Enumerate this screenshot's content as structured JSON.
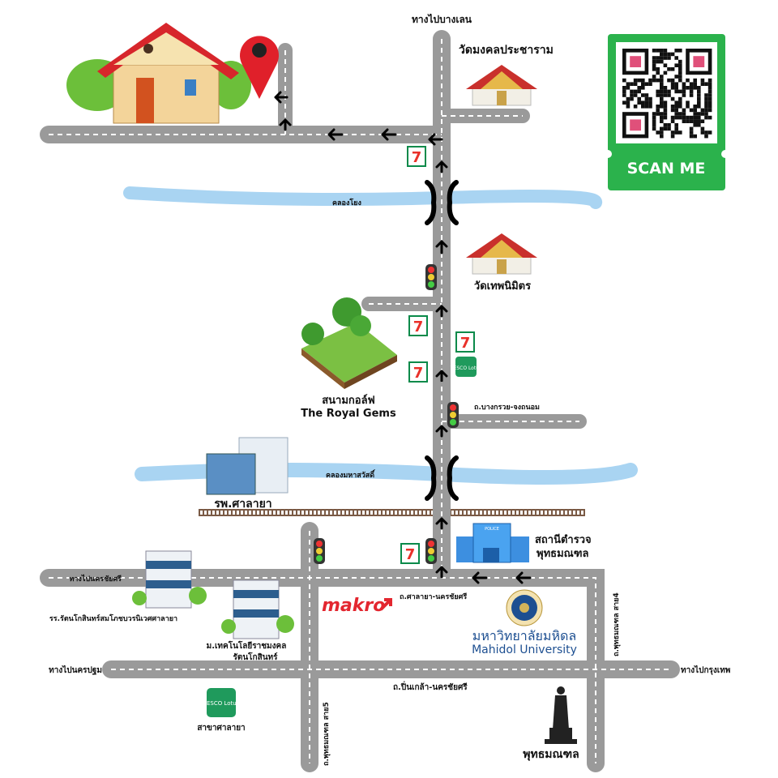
{
  "labels": {
    "to_bang_len": "ทางไปบางเลน",
    "wat_mongkol": "วัดมงคลประชาราม",
    "canal_yong": "คลองโยง",
    "wat_thep": "วัดเทพนิมิตร",
    "golf_th": "สนามกอล์ฟ",
    "golf_en": "The Royal Gems",
    "road_bang_krabue": "ถ.บางกรวย-จงถนอม",
    "canal_mahasawat": "คลองมหาสวัสดิ์",
    "hospital": "รพ.ศาลายา",
    "police_1": "สถานีตำรวจ",
    "police_2": "พุทธมณฑล",
    "to_nakhon_chai_si": "ทางไปนครชัยศรี",
    "school": "รร.รัตนโกสินทร์สมโภชบวรนิเวศศาลายา",
    "rmutr_1": "ม.เทคโนโลยีราชมงคล",
    "rmutr_2": "รัตนโกสินทร์",
    "road_salaya": "ถ.ศาลายา-นครชัยศรี",
    "makro": "makro",
    "mahidol_th": "มหาวิทยาลัยมหิดล",
    "mahidol_en": "Mahidol University",
    "road_sai4": "ถ.พุทธมณฑล สาย4",
    "to_nakhon_pathom": "ทางไปนครปฐม",
    "to_bangkok": "ทางไปกรุงเทพ",
    "road_pinklao": "ถ.ปิ่นเกล้า-นครชัยศรี",
    "tesco_branch": "สาขาศาลายา",
    "road_sai5": "ถ.พุทธมณฑล สาย5",
    "buddha": "พุทธมณฑล"
  },
  "qr": {
    "label": "SCAN ME",
    "color": "#2bb24c"
  },
  "logos": {
    "seven_eleven": "7-ELEVEn",
    "tesco": "TESCO Lotus",
    "police_sign": "POLICE"
  },
  "colors": {
    "road": "#9a9a9a",
    "canal": "#a9d4f2",
    "pin": "#e0202a",
    "makro": "#e3262f",
    "mahidol": "#1d4f91"
  },
  "icons": [
    "house-icon",
    "location-pin-icon",
    "temple-icon",
    "seven-eleven-icon",
    "traffic-light-icon",
    "bridge-icon",
    "golf-course-icon",
    "tesco-lotus-icon",
    "hospital-building-icon",
    "police-station-icon",
    "school-building-icon",
    "mahidol-seal-icon",
    "buddha-statue-icon",
    "railway-icon",
    "arrow-icon"
  ]
}
